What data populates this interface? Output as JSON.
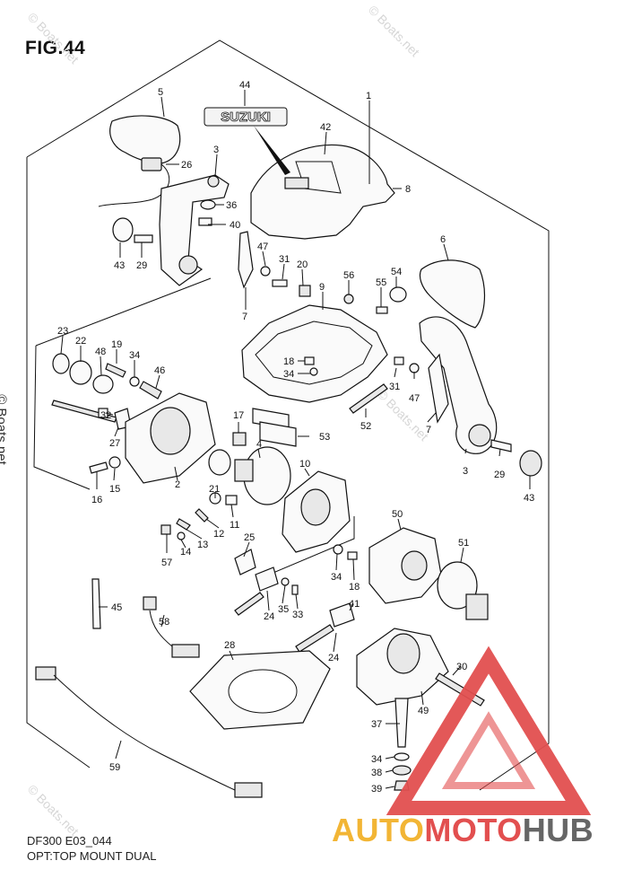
{
  "figure": {
    "title": "FIG.44"
  },
  "caption": {
    "code": "DF300 E03_044",
    "option": "OPT:TOP MOUNT DUAL"
  },
  "watermark": {
    "side_text": "© Boats.net",
    "diagonal_text": "© Boats.net"
  },
  "brand_badge": "SUZUKI",
  "logo": {
    "part1": "AUTO",
    "part2": "MOTO",
    "part3": "HUB",
    "colors": {
      "auto": "#f2b535",
      "moto": "#e24f4f",
      "hub": "#666666",
      "triangle": "#e24f4f"
    }
  },
  "callouts": [
    "44",
    "1",
    "5",
    "42",
    "3",
    "26",
    "8",
    "36",
    "40",
    "43",
    "29",
    "47",
    "31",
    "20",
    "6",
    "56",
    "54",
    "7",
    "9",
    "55",
    "23",
    "22",
    "48",
    "19",
    "34",
    "46",
    "18",
    "34",
    "31",
    "47",
    "52",
    "32",
    "27",
    "17",
    "53",
    "7",
    "4",
    "10",
    "15",
    "2",
    "3",
    "29",
    "43",
    "16",
    "21",
    "11",
    "12",
    "13",
    "57",
    "14",
    "25",
    "50",
    "51",
    "34",
    "18",
    "45",
    "58",
    "24",
    "35",
    "33",
    "41",
    "28",
    "24",
    "30",
    "49",
    "37",
    "59",
    "34",
    "38",
    "39"
  ]
}
